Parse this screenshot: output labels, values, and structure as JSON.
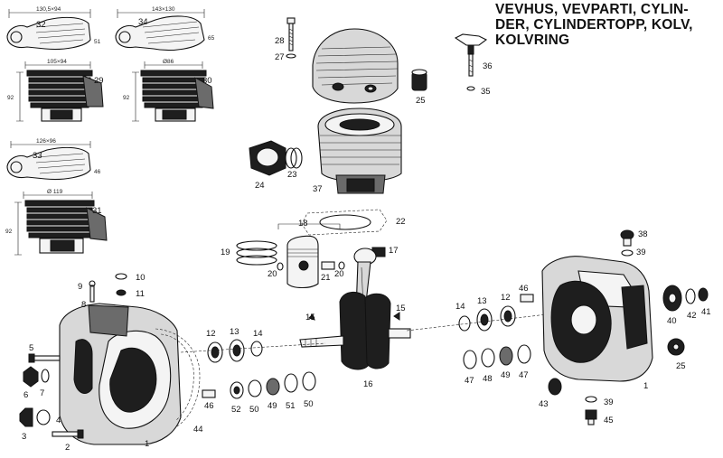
{
  "title_lines": [
    "VEVHUS, VEVPARTI, CYLIN-",
    "DER, CYLINDERTOPP, KOLV,",
    "KOLVRING"
  ],
  "dimensions": {
    "d32": "130,5×94",
    "d34": "143×130",
    "d29w": "105×94",
    "d30w": "Ø86",
    "d33": "126×96",
    "d31w": "Ø 119",
    "h92a": "92",
    "h92b": "92",
    "h92c": "92",
    "s51": "51",
    "s65": "65",
    "s46": "46"
  },
  "labels": {
    "l32": "32",
    "l34": "34",
    "l29": "29",
    "l30": "30",
    "l33": "33",
    "l31": "31",
    "l28": "28",
    "l27": "27",
    "l36": "36",
    "l35": "35",
    "l25a": "25",
    "l24": "24",
    "l23": "23",
    "l37": "37",
    "l18": "18",
    "l22": "22",
    "l19": "19",
    "l20a": "20",
    "l21": "21",
    "l20b": "20",
    "l17": "17",
    "l38": "38",
    "l39a": "39",
    "l9": "9",
    "l8": "8",
    "l10": "10",
    "l11": "11",
    "l7": "7",
    "l5": "5",
    "l6": "6",
    "l4": "4",
    "l3": "3",
    "l2": "2",
    "l1a": "1",
    "l44": "44",
    "l12a": "12",
    "l13a": "13",
    "l14a": "14",
    "l15a": "15",
    "l46a": "46",
    "l52": "52",
    "l50a": "50",
    "l49a": "49",
    "l51": "51",
    "l50b": "50",
    "l16": "16",
    "l15b": "15",
    "l14b": "14",
    "l13b": "13",
    "l12b": "12",
    "l46b": "46",
    "l47a": "47",
    "l48": "48",
    "l49b": "49",
    "l47b": "47",
    "l43": "43",
    "l39b": "39",
    "l45": "45",
    "l1b": "1",
    "l40": "40",
    "l42": "42",
    "l41": "41",
    "l25b": "25"
  }
}
